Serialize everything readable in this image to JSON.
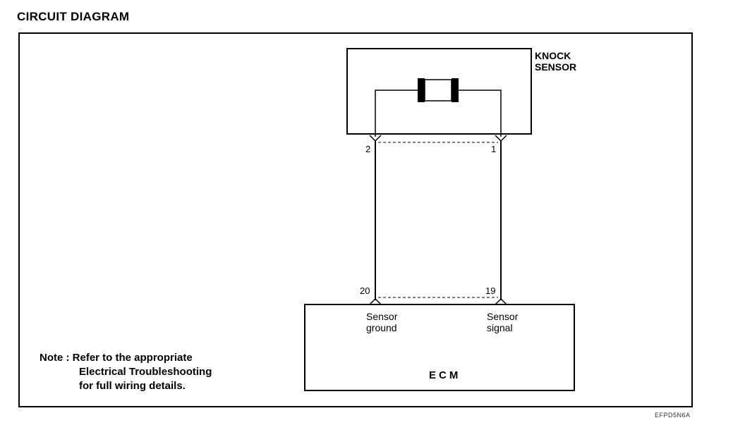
{
  "title": "CIRCUIT DIAGRAM",
  "knock_sensor": {
    "label_line1": "KNOCK",
    "label_line2": "SENSOR"
  },
  "pins": {
    "sensor_pin_left": "2",
    "sensor_pin_right": "1",
    "ecm_pin_left": "20",
    "ecm_pin_right": "19"
  },
  "ecm": {
    "label": "ECM",
    "ground_label_line1": "Sensor",
    "ground_label_line2": "ground",
    "signal_label_line1": "Sensor",
    "signal_label_line2": "signal"
  },
  "note": {
    "line1": "Note : Refer to the appropriate",
    "line2": "Electrical Troubleshooting",
    "line3": "for full wiring details."
  },
  "reference_code": "EFPD5N6A"
}
